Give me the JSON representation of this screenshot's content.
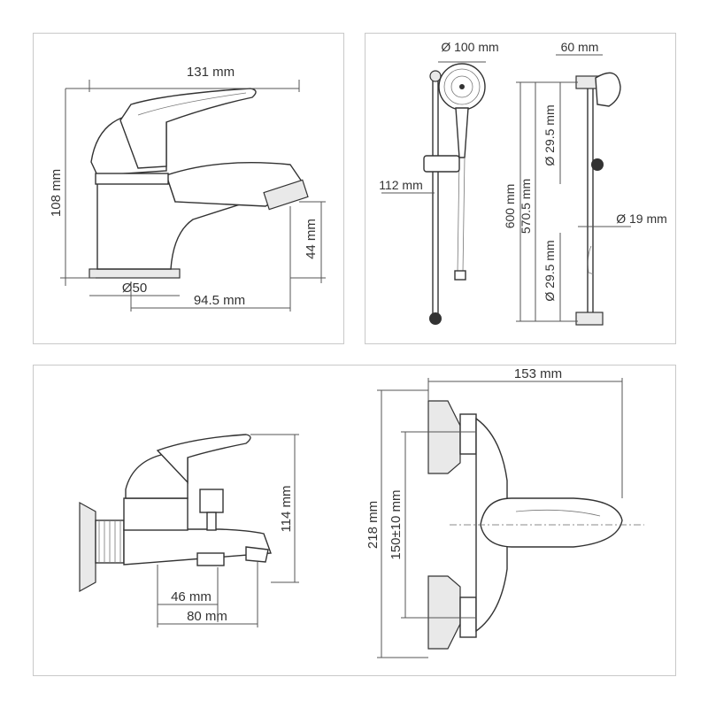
{
  "basin_mixer": {
    "width_label": "131 mm",
    "height_label": "108 mm",
    "spout_height_label": "44 mm",
    "base_diameter_label": "Ø50",
    "reach_label": "94.5 mm"
  },
  "shower_set": {
    "head_diameter_label": "Ø 100 mm",
    "holder_label": "112 mm",
    "bracket_depth_label": "60 mm",
    "bracket_top_label": "Ø 29.5 mm",
    "bar_length_label": "600 mm",
    "bar_inner_label": "570.5 mm",
    "rail_diameter_label": "Ø 19 mm",
    "bracket_bottom_label": "Ø 29.5 mm"
  },
  "bath_mixer": {
    "height_label": "114 mm",
    "offset_a_label": "46 mm",
    "offset_b_label": "80 mm",
    "width_label": "153 mm",
    "total_height_label": "218 mm",
    "center_distance_label": "150±10 mm"
  }
}
